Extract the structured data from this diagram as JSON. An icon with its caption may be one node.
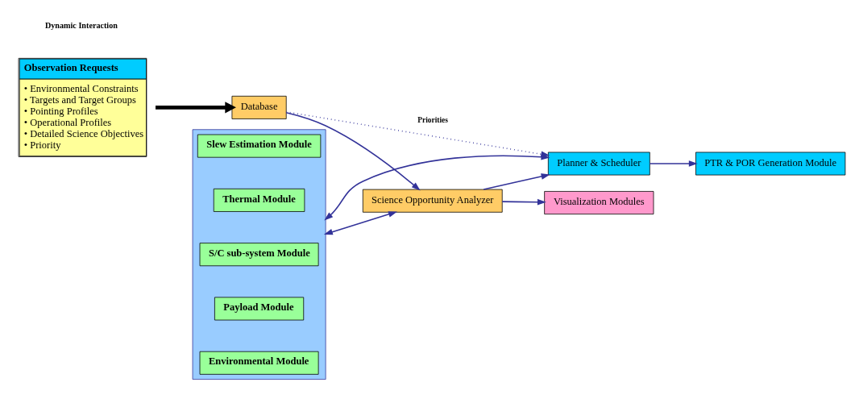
{
  "diagram": {
    "nodes": [
      {
        "text": [],
        "shape": "box"
      },
      {
        "text": [
          "Environmental Module"
        ],
        "in": 0
      },
      {
        "text": [
          "Payload Module"
        ],
        "in": 0
      },
      {
        "text": [
          "S/C sub-system Module"
        ],
        "in": 0
      },
      {
        "text": [
          "Thermal Module"
        ],
        "in": 0
      },
      {
        "text": [
          "Slew Estimation Module"
        ],
        "in": 0
      },
      {
        "text": [
          "Observation Requests",
          "• Environmental Constraints",
          "• Targets and Target Groups",
          "• Pointing Profiles",
          "• Operational Profiles",
          "• Detailed Science Objectives",
          "• Priority"
        ]
      },
      {
        "text": [
          "Database"
        ]
      },
      {
        "text": [
          "Science Opportunity Analyzer"
        ]
      },
      {
        "text": [
          "Planner & Scheduler"
        ]
      },
      {
        "text": [
          "Visualization Modules"
        ]
      },
      {
        "text": [
          "PTR & POR Generation Module"
        ]
      }
    ],
    "edges": [
      {
        "from": 6,
        "to": 7,
        "arrow": "to",
        "style": "thick",
        "color": "#000000"
      },
      {
        "from": 7,
        "to": 8,
        "arrow": "to"
      },
      {
        "from": 7,
        "to": 9,
        "arrow": "to",
        "style": "dashed",
        "label": "Priorities"
      },
      {
        "from": 8,
        "to": 10,
        "arrow": "to"
      },
      {
        "from": 8,
        "to": 9,
        "arrow": "to"
      },
      {
        "from": 9,
        "to": 11,
        "arrow": "to"
      },
      {
        "from": 0,
        "to": 8,
        "arrow": "both"
      },
      {
        "from": 0,
        "to": 9,
        "arrow": "both"
      }
    ],
    "labels": [
      "Dynamic Interaction"
    ]
  }
}
